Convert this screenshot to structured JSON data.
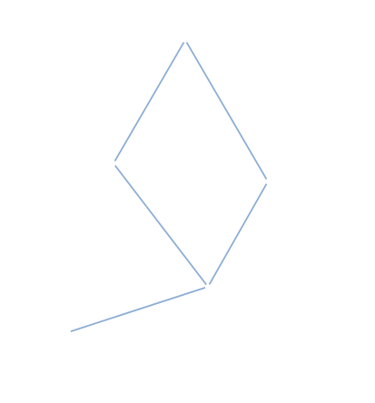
{
  "diagram": {
    "type": "line-graph",
    "colors": {
      "edge": "#8eaed4",
      "background": "#ffffff"
    },
    "nodes": [
      {
        "id": "top"
      },
      {
        "id": "left"
      },
      {
        "id": "right"
      },
      {
        "id": "bottom"
      },
      {
        "id": "tail"
      }
    ],
    "edges": [
      {
        "from": "top",
        "to": "left"
      },
      {
        "from": "top",
        "to": "right"
      },
      {
        "from": "left",
        "to": "bottom"
      },
      {
        "from": "right",
        "to": "bottom"
      },
      {
        "from": "bottom",
        "to": "tail"
      }
    ]
  }
}
